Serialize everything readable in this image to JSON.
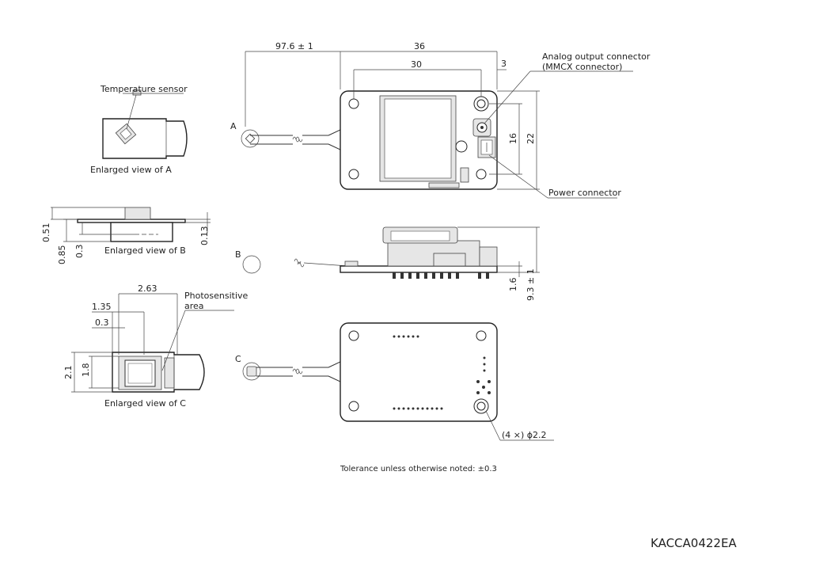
{
  "views": {
    "enlarged_a": "Enlarged view of A",
    "enlarged_b": "Enlarged view of B",
    "enlarged_c": "Enlarged view of C",
    "marker_a": "A",
    "marker_b": "B",
    "marker_c": "C"
  },
  "labels": {
    "temperature_sensor": "Temperature sensor",
    "analog_output_1": "Analog output connector",
    "analog_output_2": "(MMCX connector)",
    "power_connector": "Power connector",
    "photosensitive_1": "Photosensitive",
    "photosensitive_2": "area",
    "mounting_holes": "(4 ×) ϕ2.2"
  },
  "dimensions": {
    "cable_length": "97.6 ± 1",
    "board_width": "36",
    "inner_width": "30",
    "edge_offset": "3",
    "height_16": "16",
    "height_22": "22",
    "b_051": "0.51",
    "b_085": "0.85",
    "b_03": "0.3",
    "b_013": "0.13",
    "side_16": "1.6",
    "side_93": "9.3 ± 1",
    "c_263": "2.63",
    "c_135": "1.35",
    "c_03": "0.3",
    "c_21": "2.1",
    "c_18": "1.8"
  },
  "notes": {
    "tolerance": "Tolerance unless otherwise noted: ±0.3",
    "drawing_id": "KACCA0422EA"
  }
}
